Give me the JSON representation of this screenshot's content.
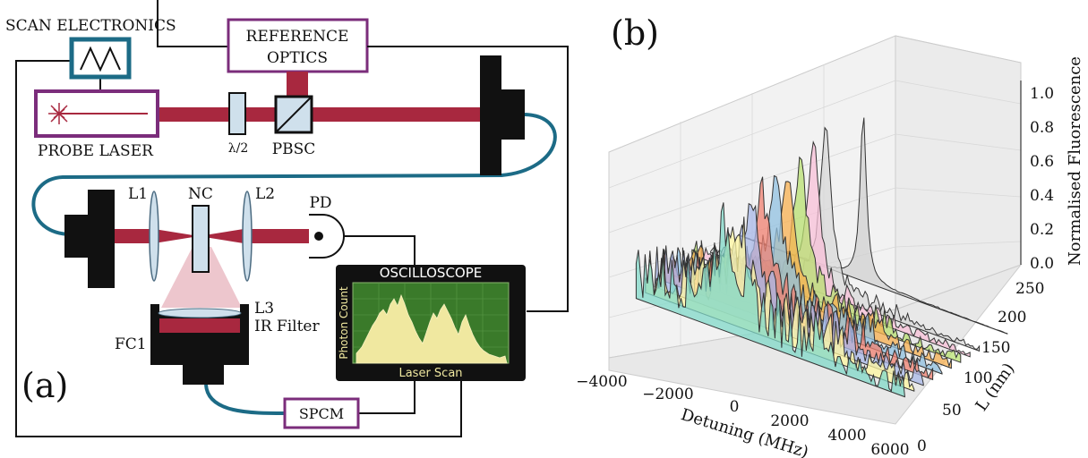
{
  "panel_a": {
    "label": "(a)",
    "scan_electronics": "SCAN ELECTRONICS",
    "reference_optics_line1": "REFERENCE",
    "reference_optics_line2": "OPTICS",
    "probe_laser": "PROBE LASER",
    "half_wave": "λ/2",
    "pbsc": "PBSC",
    "l1": "L1",
    "nc": "NC",
    "l2": "L2",
    "pd": "PD",
    "l3": "L3",
    "ir_filter": "IR Filter",
    "fc1": "FC1",
    "spcm": "SPCM",
    "oscilloscope": {
      "title": "OSCILLOSCOPE",
      "ylabel": "Photon Count",
      "xlabel": "Laser Scan"
    },
    "colors": {
      "beam": "#a8283f",
      "box_purple": "#7b2d7b",
      "box_teal": "#1c6b86",
      "fiber": "#1c6b86",
      "screen": "#3a7a2a",
      "trace": "#f0e8a0"
    }
  },
  "panel_b": {
    "label": "(b)",
    "chart_data": {
      "type": "area",
      "subtype": "3d-waterfall",
      "xlabel": "Detuning (MHz)",
      "ylabel": "L (nm)",
      "zlabel": "Normalised Fluorescence",
      "xlim": [
        -4000,
        6000
      ],
      "ylim": [
        0,
        250
      ],
      "zlim": [
        0,
        1.1
      ],
      "xticks": [
        "−4000",
        "−2000",
        "0",
        "2000",
        "4000",
        "6000"
      ],
      "yticks": [
        "0",
        "50",
        "100",
        "150",
        "200",
        "250"
      ],
      "zticks": [
        "0.0",
        "0.2",
        "0.4",
        "0.6",
        "0.8",
        "1.0"
      ],
      "series": [
        {
          "L": 20,
          "color": "#80d8c8",
          "peak_height": 0.45
        },
        {
          "L": 40,
          "color": "#fff7a0",
          "peak_height": 0.5
        },
        {
          "L": 60,
          "color": "#a8b8e8",
          "peak_height": 0.55
        },
        {
          "L": 80,
          "color": "#f08070",
          "peak_height": 0.6
        },
        {
          "L": 100,
          "color": "#90c0e0",
          "peak_height": 0.65
        },
        {
          "L": 120,
          "color": "#f8b050",
          "peak_height": 0.72
        },
        {
          "L": 140,
          "color": "#b8e070",
          "peak_height": 0.8
        },
        {
          "L": 160,
          "color": "#f8c0d8",
          "peak_height": 0.88
        },
        {
          "L": 180,
          "color": "#d8d8d8",
          "peak_height": 0.95
        },
        {
          "L": 240,
          "color": "#d0d0d0",
          "peak_height": 1.0
        }
      ],
      "grid": true
    }
  }
}
